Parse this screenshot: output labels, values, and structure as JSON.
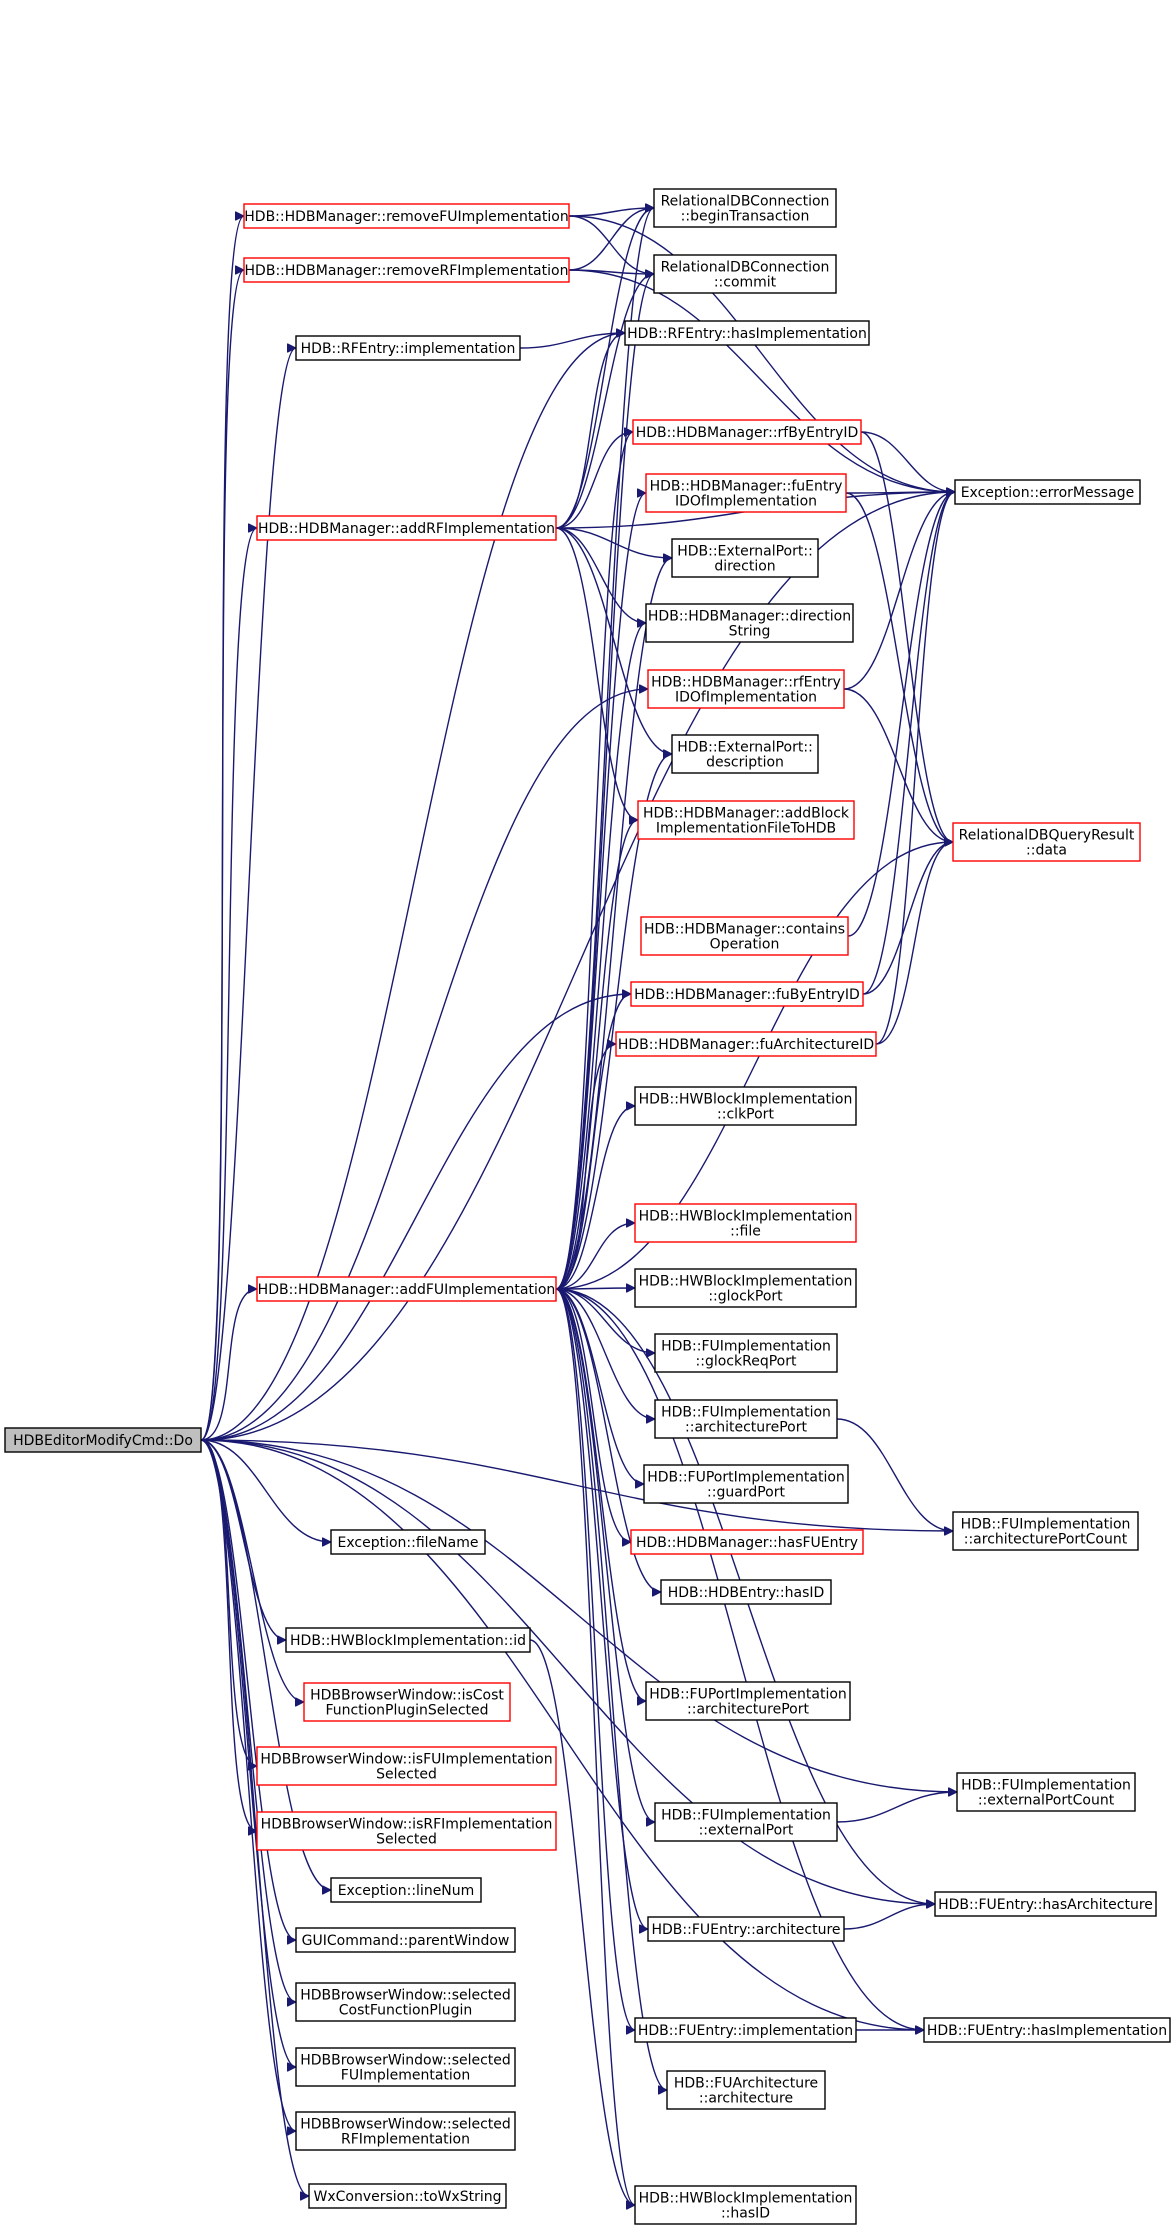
{
  "diagram": {
    "type": "call-graph",
    "colors": {
      "edge": "#191970",
      "box": "#000000",
      "box_alert": "#ff0000",
      "root_fill": "#bfbfbf",
      "background": "#ffffff"
    },
    "nodes": [
      {
        "id": "root",
        "lines": [
          "HDBEditorModifyCmd::Do"
        ],
        "style": "root"
      },
      {
        "id": "removeFU",
        "lines": [
          "HDB::HDBManager::removeFUImplementation"
        ],
        "style": "red"
      },
      {
        "id": "removeRF",
        "lines": [
          "HDB::HDBManager::removeRFImplementation"
        ],
        "style": "red"
      },
      {
        "id": "rfImpl",
        "lines": [
          "HDB::RFEntry::implementation"
        ],
        "style": "black"
      },
      {
        "id": "addRF",
        "lines": [
          "HDB::HDBManager::addRFImplementation"
        ],
        "style": "red"
      },
      {
        "id": "addFU",
        "lines": [
          "HDB::HDBManager::addFUImplementation"
        ],
        "style": "red"
      },
      {
        "id": "fileName",
        "lines": [
          "Exception::fileName"
        ],
        "style": "black"
      },
      {
        "id": "hwId",
        "lines": [
          "HDB::HWBlockImplementation::id"
        ],
        "style": "black"
      },
      {
        "id": "isCost",
        "lines": [
          "HDBBrowserWindow::isCost",
          "FunctionPluginSelected"
        ],
        "style": "red"
      },
      {
        "id": "isFU",
        "lines": [
          "HDBBrowserWindow::isFUImplementation",
          "Selected"
        ],
        "style": "red"
      },
      {
        "id": "isRF",
        "lines": [
          "HDBBrowserWindow::isRFImplementation",
          "Selected"
        ],
        "style": "red"
      },
      {
        "id": "lineNum",
        "lines": [
          "Exception::lineNum"
        ],
        "style": "black"
      },
      {
        "id": "parentWindow",
        "lines": [
          "GUICommand::parentWindow"
        ],
        "style": "black"
      },
      {
        "id": "selCost",
        "lines": [
          "HDBBrowserWindow::selected",
          "CostFunctionPlugin"
        ],
        "style": "black"
      },
      {
        "id": "selFU",
        "lines": [
          "HDBBrowserWindow::selected",
          "FUImplementation"
        ],
        "style": "black"
      },
      {
        "id": "selRF",
        "lines": [
          "HDBBrowserWindow::selected",
          "RFImplementation"
        ],
        "style": "black"
      },
      {
        "id": "toWx",
        "lines": [
          "WxConversion::toWxString"
        ],
        "style": "black"
      },
      {
        "id": "beginTx",
        "lines": [
          "RelationalDBConnection",
          "::beginTransaction"
        ],
        "style": "black"
      },
      {
        "id": "commit",
        "lines": [
          "RelationalDBConnection",
          "::commit"
        ],
        "style": "black"
      },
      {
        "id": "rfHasImpl",
        "lines": [
          "HDB::RFEntry::hasImplementation"
        ],
        "style": "black"
      },
      {
        "id": "rfByEntry",
        "lines": [
          "HDB::HDBManager::rfByEntryID"
        ],
        "style": "red"
      },
      {
        "id": "fuEntryIdOf",
        "lines": [
          "HDB::HDBManager::fuEntry",
          "IDOfImplementation"
        ],
        "style": "red"
      },
      {
        "id": "epDirection",
        "lines": [
          "HDB::ExternalPort::",
          "direction"
        ],
        "style": "black"
      },
      {
        "id": "dirString",
        "lines": [
          "HDB::HDBManager::direction",
          "String"
        ],
        "style": "black"
      },
      {
        "id": "rfEntryIdOf",
        "lines": [
          "HDB::HDBManager::rfEntry",
          "IDOfImplementation"
        ],
        "style": "red"
      },
      {
        "id": "epDescription",
        "lines": [
          "HDB::ExternalPort::",
          "description"
        ],
        "style": "black"
      },
      {
        "id": "addBlock",
        "lines": [
          "HDB::HDBManager::addBlock",
          "ImplementationFileToHDB"
        ],
        "style": "red"
      },
      {
        "id": "containsOp",
        "lines": [
          "HDB::HDBManager::contains",
          "Operation"
        ],
        "style": "red"
      },
      {
        "id": "fuByEntry",
        "lines": [
          "HDB::HDBManager::fuByEntryID"
        ],
        "style": "red"
      },
      {
        "id": "fuArchId",
        "lines": [
          "HDB::HDBManager::fuArchitectureID"
        ],
        "style": "red"
      },
      {
        "id": "clkPort",
        "lines": [
          "HDB::HWBlockImplementation",
          "::clkPort"
        ],
        "style": "black"
      },
      {
        "id": "hwFile",
        "lines": [
          "HDB::HWBlockImplementation",
          "::file"
        ],
        "style": "red"
      },
      {
        "id": "glockPort",
        "lines": [
          "HDB::HWBlockImplementation",
          "::glockPort"
        ],
        "style": "black"
      },
      {
        "id": "glockReq",
        "lines": [
          "HDB::FUImplementation",
          "::glockReqPort"
        ],
        "style": "black"
      },
      {
        "id": "archPort",
        "lines": [
          "HDB::FUImplementation",
          "::architecturePort"
        ],
        "style": "black"
      },
      {
        "id": "guardPort",
        "lines": [
          "HDB::FUPortImplementation",
          "::guardPort"
        ],
        "style": "black"
      },
      {
        "id": "hasFUEntry",
        "lines": [
          "HDB::HDBManager::hasFUEntry"
        ],
        "style": "red"
      },
      {
        "id": "hdbHasId",
        "lines": [
          "HDB::HDBEntry::hasID"
        ],
        "style": "black"
      },
      {
        "id": "fupArchPort",
        "lines": [
          "HDB::FUPortImplementation",
          "::architecturePort"
        ],
        "style": "black"
      },
      {
        "id": "extPort",
        "lines": [
          "HDB::FUImplementation",
          "::externalPort"
        ],
        "style": "black"
      },
      {
        "id": "fuEntryArch",
        "lines": [
          "HDB::FUEntry::architecture"
        ],
        "style": "black"
      },
      {
        "id": "fuEntryImpl",
        "lines": [
          "HDB::FUEntry::implementation"
        ],
        "style": "black"
      },
      {
        "id": "fuArchArch",
        "lines": [
          "HDB::FUArchitecture",
          "::architecture"
        ],
        "style": "black"
      },
      {
        "id": "hwHasId",
        "lines": [
          "HDB::HWBlockImplementation",
          "::hasID"
        ],
        "style": "black"
      },
      {
        "id": "errMsg",
        "lines": [
          "Exception::errorMessage"
        ],
        "style": "black"
      },
      {
        "id": "dbData",
        "lines": [
          "RelationalDBQueryResult",
          "::data"
        ],
        "style": "red"
      },
      {
        "id": "archPortCount",
        "lines": [
          "HDB::FUImplementation",
          "::architecturePortCount"
        ],
        "style": "black"
      },
      {
        "id": "extPortCount",
        "lines": [
          "HDB::FUImplementation",
          "::externalPortCount"
        ],
        "style": "black"
      },
      {
        "id": "hasArch",
        "lines": [
          "HDB::FUEntry::hasArchitecture"
        ],
        "style": "black"
      },
      {
        "id": "hasImpl",
        "lines": [
          "HDB::FUEntry::hasImplementation"
        ],
        "style": "black"
      }
    ],
    "edges": [
      [
        "root",
        "removeFU"
      ],
      [
        "root",
        "removeRF"
      ],
      [
        "root",
        "rfImpl"
      ],
      [
        "root",
        "addRF"
      ],
      [
        "root",
        "addFU"
      ],
      [
        "root",
        "fileName"
      ],
      [
        "root",
        "hwId"
      ],
      [
        "root",
        "isCost"
      ],
      [
        "root",
        "isFU"
      ],
      [
        "root",
        "isRF"
      ],
      [
        "root",
        "lineNum"
      ],
      [
        "root",
        "parentWindow"
      ],
      [
        "root",
        "selCost"
      ],
      [
        "root",
        "selFU"
      ],
      [
        "root",
        "selRF"
      ],
      [
        "root",
        "toWx"
      ],
      [
        "root",
        "errMsg"
      ],
      [
        "root",
        "rfHasImpl"
      ],
      [
        "root",
        "rfEntryIdOf"
      ],
      [
        "root",
        "fuByEntry"
      ],
      [
        "root",
        "archPortCount"
      ],
      [
        "root",
        "extPortCount"
      ],
      [
        "root",
        "hasArch"
      ],
      [
        "root",
        "hasImpl"
      ],
      [
        "removeFU",
        "beginTx"
      ],
      [
        "removeFU",
        "commit"
      ],
      [
        "removeFU",
        "errMsg"
      ],
      [
        "removeRF",
        "beginTx"
      ],
      [
        "removeRF",
        "commit"
      ],
      [
        "removeRF",
        "errMsg"
      ],
      [
        "rfImpl",
        "rfHasImpl"
      ],
      [
        "addRF",
        "beginTx"
      ],
      [
        "addRF",
        "commit"
      ],
      [
        "addRF",
        "rfByEntry"
      ],
      [
        "addRF",
        "epDirection"
      ],
      [
        "addRF",
        "dirString"
      ],
      [
        "addRF",
        "epDescription"
      ],
      [
        "addRF",
        "addBlock"
      ],
      [
        "addRF",
        "errMsg"
      ],
      [
        "addRF",
        "rfHasImpl"
      ],
      [
        "addFU",
        "beginTx"
      ],
      [
        "addFU",
        "commit"
      ],
      [
        "addFU",
        "rfByEntry"
      ],
      [
        "addFU",
        "fuEntryIdOf"
      ],
      [
        "addFU",
        "epDirection"
      ],
      [
        "addFU",
        "dirString"
      ],
      [
        "addFU",
        "epDescription"
      ],
      [
        "addFU",
        "addBlock"
      ],
      [
        "addFU",
        "fuByEntry"
      ],
      [
        "addFU",
        "fuArchId"
      ],
      [
        "addFU",
        "clkPort"
      ],
      [
        "addFU",
        "hwFile"
      ],
      [
        "addFU",
        "glockPort"
      ],
      [
        "addFU",
        "glockReq"
      ],
      [
        "addFU",
        "archPort"
      ],
      [
        "addFU",
        "guardPort"
      ],
      [
        "addFU",
        "hasFUEntry"
      ],
      [
        "addFU",
        "hdbHasId"
      ],
      [
        "addFU",
        "fupArchPort"
      ],
      [
        "addFU",
        "extPort"
      ],
      [
        "addFU",
        "fuEntryArch"
      ],
      [
        "addFU",
        "fuEntryImpl"
      ],
      [
        "addFU",
        "fuArchArch"
      ],
      [
        "addFU",
        "hwHasId"
      ],
      [
        "addFU",
        "dbData"
      ],
      [
        "addFU",
        "hasArch"
      ],
      [
        "addFU",
        "hasImpl"
      ],
      [
        "rfByEntry",
        "errMsg"
      ],
      [
        "rfByEntry",
        "dbData"
      ],
      [
        "fuEntryIdOf",
        "errMsg"
      ],
      [
        "fuEntryIdOf",
        "dbData"
      ],
      [
        "rfEntryIdOf",
        "errMsg"
      ],
      [
        "rfEntryIdOf",
        "dbData"
      ],
      [
        "containsOp",
        "errMsg"
      ],
      [
        "fuByEntry",
        "errMsg"
      ],
      [
        "fuByEntry",
        "dbData"
      ],
      [
        "fuArchId",
        "errMsg"
      ],
      [
        "fuArchId",
        "dbData"
      ],
      [
        "archPort",
        "archPortCount"
      ],
      [
        "extPort",
        "extPortCount"
      ],
      [
        "fuEntryArch",
        "hasArch"
      ],
      [
        "fuEntryImpl",
        "hasImpl"
      ],
      [
        "hwId",
        "hwHasId"
      ]
    ]
  }
}
